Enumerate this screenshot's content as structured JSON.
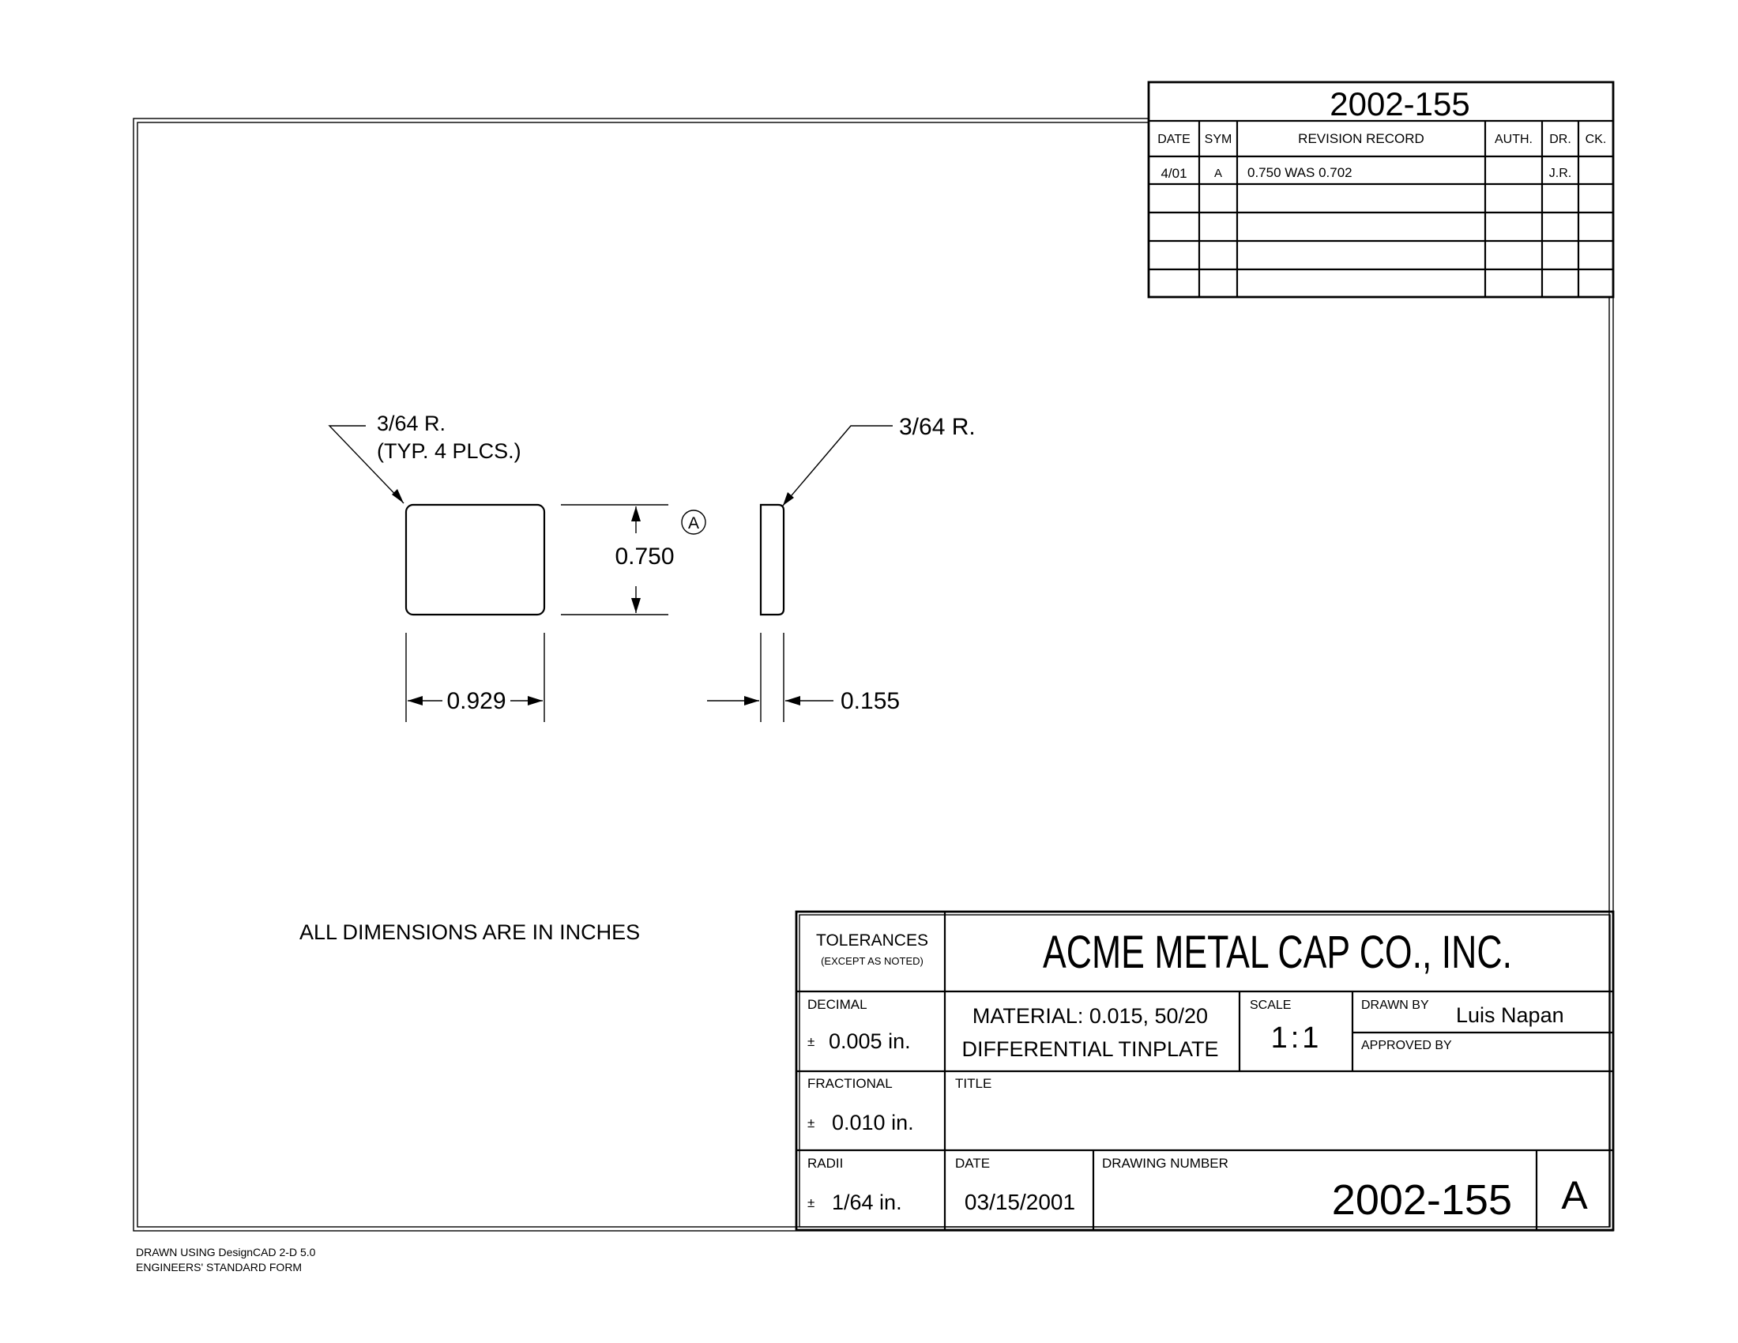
{
  "sheet": {
    "note": "ALL DIMENSIONS ARE IN INCHES",
    "footer_line1": "DRAWN USING DesignCAD 2-D 5.0",
    "footer_line2": "ENGINEERS' STANDARD FORM"
  },
  "revision_block": {
    "drawing_number": "2002-155",
    "headers": {
      "date": "DATE",
      "sym": "SYM",
      "record": "REVISION RECORD",
      "auth": "AUTH.",
      "dr": "DR.",
      "ck": "CK."
    },
    "rows": [
      {
        "date": "4/01",
        "sym": "A",
        "record": "0.750 WAS 0.702",
        "auth": "",
        "dr": "J.R.",
        "ck": ""
      }
    ]
  },
  "drawing": {
    "front_view": {
      "corner_radius_label": "3/64 R.",
      "corner_radius_note": "(TYP. 4 PLCS.)",
      "height_label": "0.750",
      "width_label": "0.929",
      "revision_marker": "A"
    },
    "side_view": {
      "corner_radius_label": "3/64 R.",
      "thickness_label": "0.155"
    }
  },
  "title_block": {
    "tolerances_label": "TOLERANCES",
    "tolerances_sub": "(EXCEPT AS NOTED)",
    "company": "ACME METAL CAP CO., INC.",
    "decimal_label": "DECIMAL",
    "decimal_value": "0.005 in.",
    "fractional_label": "FRACTIONAL",
    "fractional_value": "0.010 in.",
    "radii_label": "RADII",
    "radii_value": "1/64 in.",
    "plus_minus": "±",
    "material_line1": "MATERIAL: 0.015, 50/20",
    "material_line2": "DIFFERENTIAL TINPLATE",
    "scale_label": "SCALE",
    "scale_value": "1:1",
    "drawn_by_label": "DRAWN BY",
    "drawn_by_value": "Luis Napan",
    "approved_by_label": "APPROVED BY",
    "approved_by_value": "",
    "title_label": "TITLE",
    "title_value": "",
    "date_label": "DATE",
    "date_value": "03/15/2001",
    "drawing_number_label": "DRAWING NUMBER",
    "drawing_number_value": "2002-155",
    "revision_letter": "A"
  }
}
